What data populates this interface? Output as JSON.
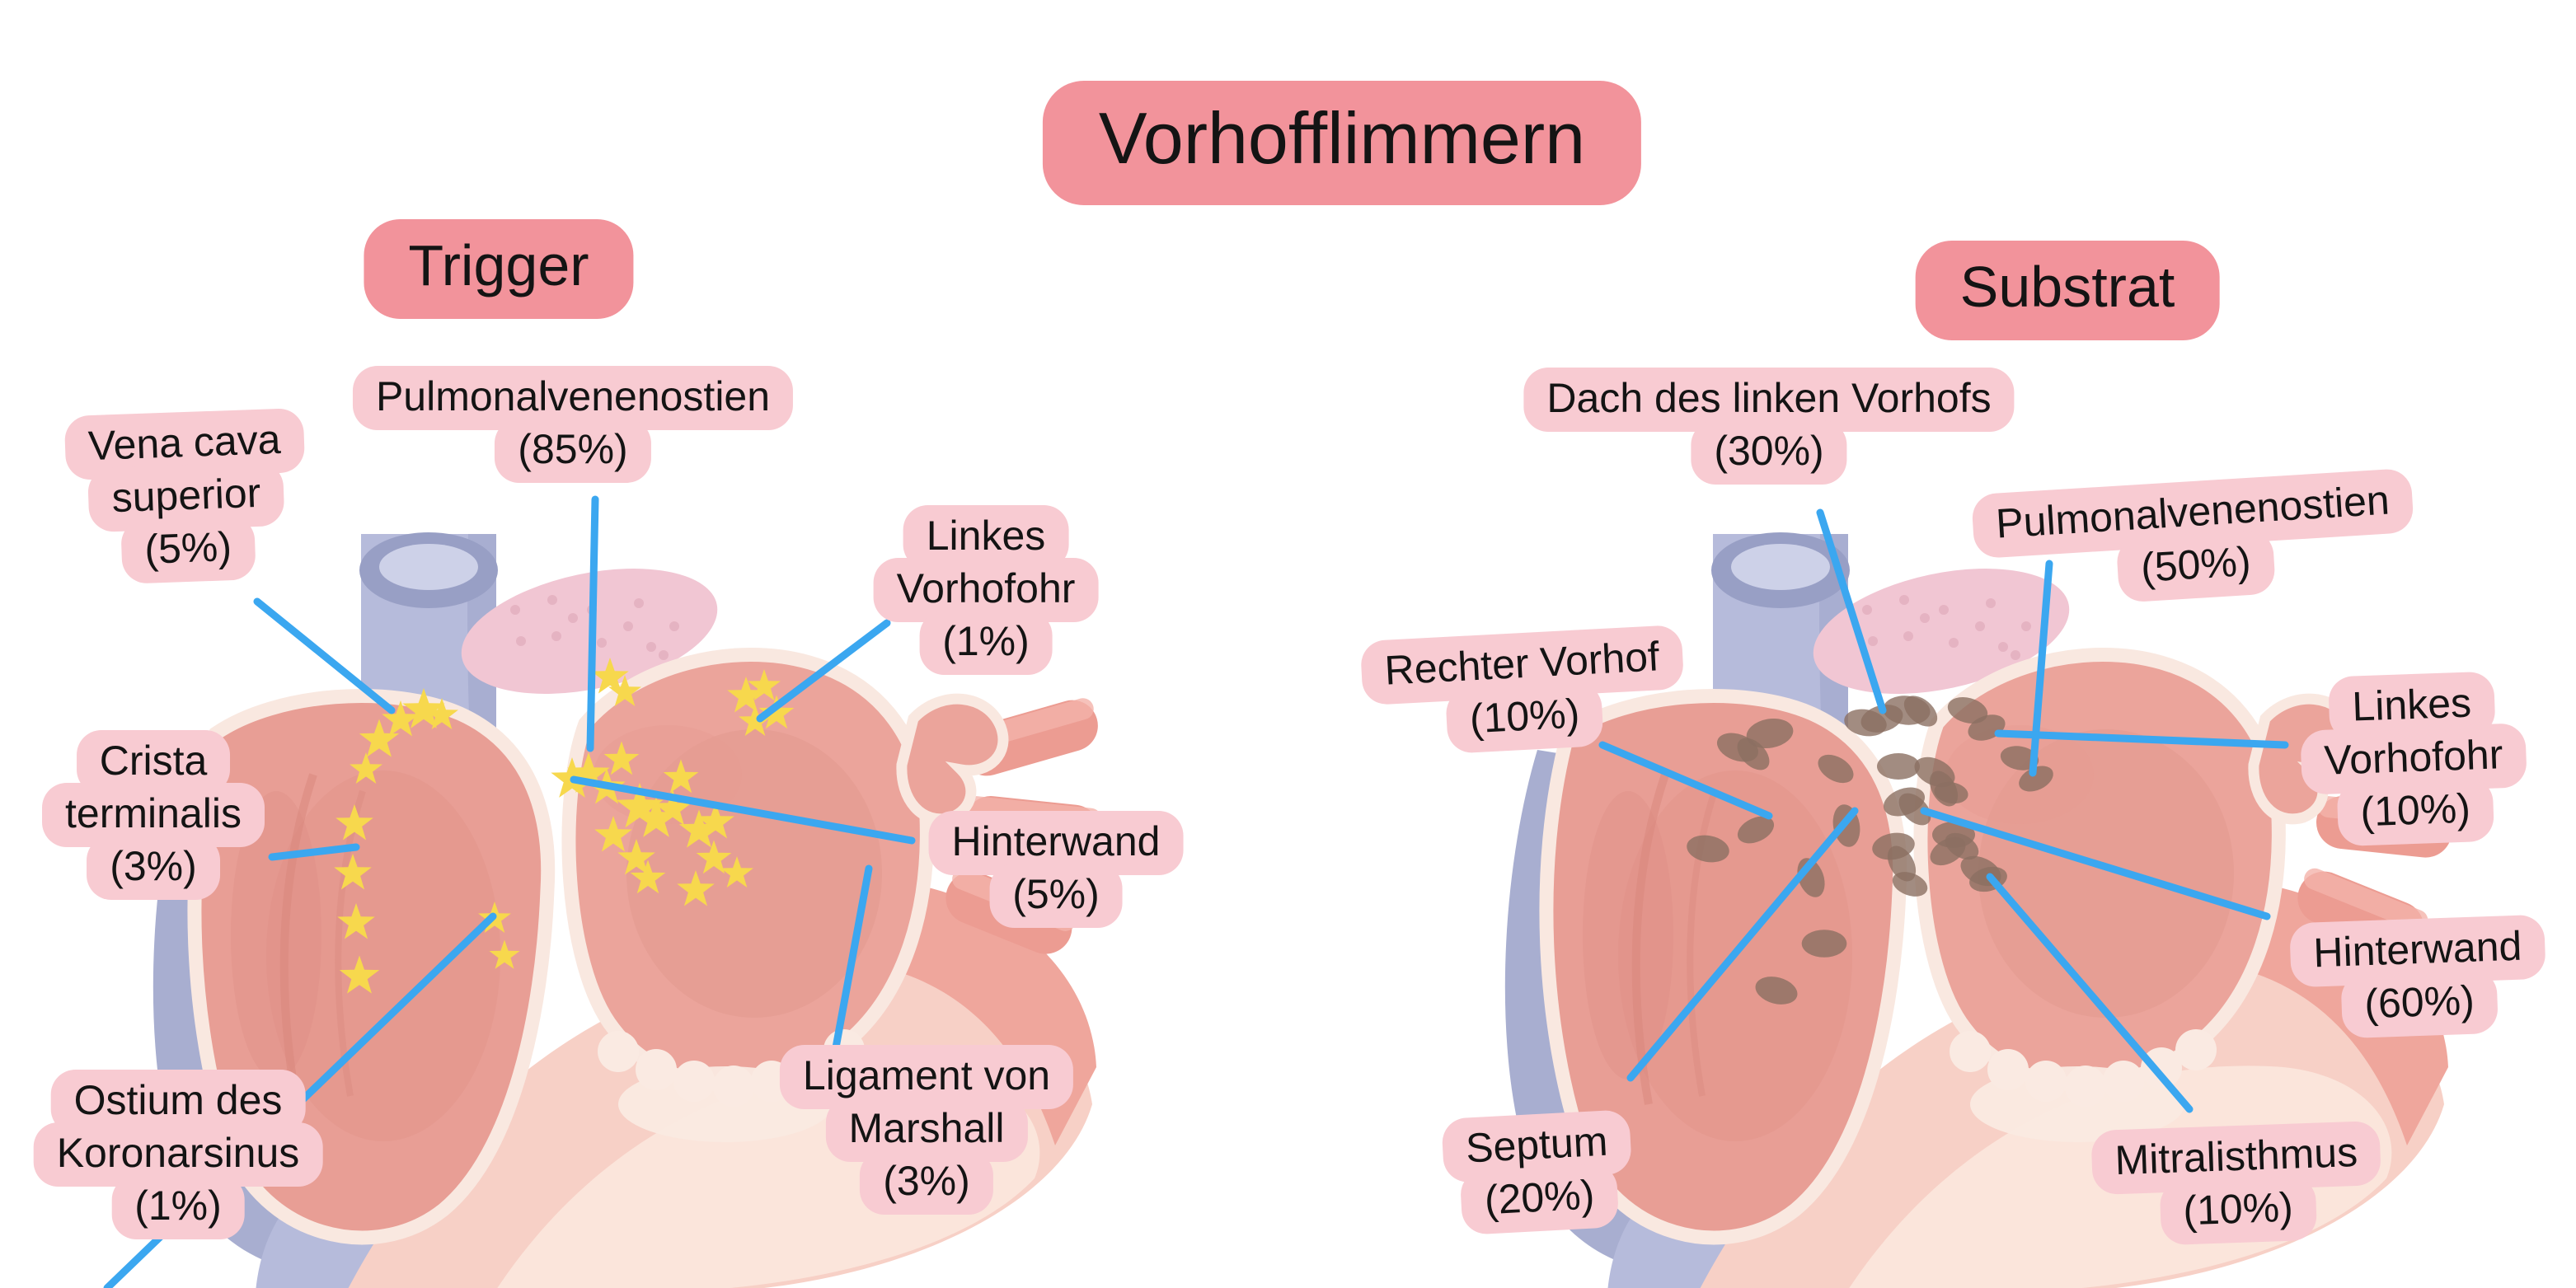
{
  "title": {
    "label": "Vorhofflimmern"
  },
  "colors": {
    "header_bg": "#F2939B",
    "label_bg": "#F8CBD2",
    "callout_line": "#3BA7F0",
    "text": "#141414",
    "star": "#F7D84D",
    "fibrosis": "#8B6F62",
    "background": "#FFFFFF"
  },
  "panels": {
    "trigger": {
      "header": "Trigger",
      "marker_icon": "star-icon",
      "labels": {
        "pulmonalvenenostien": {
          "lines": [
            "Pulmonalvenenostien",
            "(85%)"
          ]
        },
        "vena_cava_superior": {
          "lines": [
            "Vena cava",
            "superior",
            "(5%)"
          ]
        },
        "crista_terminalis": {
          "lines": [
            "Crista",
            "terminalis",
            "(3%)"
          ]
        },
        "ostium_koronarsinus": {
          "lines": [
            "Ostium des",
            "Koronarsinus",
            "(1%)"
          ]
        },
        "linkes_vorhofohr": {
          "lines": [
            "Linkes",
            "Vorhofohr",
            "(1%)"
          ]
        },
        "hinterwand": {
          "lines": [
            "Hinterwand",
            "(5%)"
          ]
        },
        "ligament_von_marshall country": {
          "lines": []
        },
        "ligament_von_marshall": {
          "lines": [
            "Ligament von",
            "Marshall",
            "(3%)"
          ]
        }
      }
    },
    "substrat": {
      "header": "Substrat",
      "marker_icon": "fibrosis-patch-icon",
      "labels": {
        "dach_des_linken_vorhofs": {
          "lines": [
            "Dach des linken Vorhofs",
            "(30%)"
          ]
        },
        "pulmonalvenenostien": {
          "lines": [
            "Pulmonalvenenostien",
            "(50%)"
          ]
        },
        "rechter_vorhof": {
          "lines": [
            "Rechter Vorhof",
            "(10%)"
          ]
        },
        "linkes_vorhofohr": {
          "lines": [
            "Linkes",
            "Vorhofohr",
            "(10%)"
          ]
        },
        "hinterwand": {
          "lines": [
            "Hinterwand",
            "(60%)"
          ]
        },
        "mitralisthmus": {
          "lines": [
            "Mitralisthmus",
            "(10%)"
          ]
        },
        "septum": {
          "lines": [
            "Septum",
            "(20%)"
          ]
        }
      }
    }
  }
}
